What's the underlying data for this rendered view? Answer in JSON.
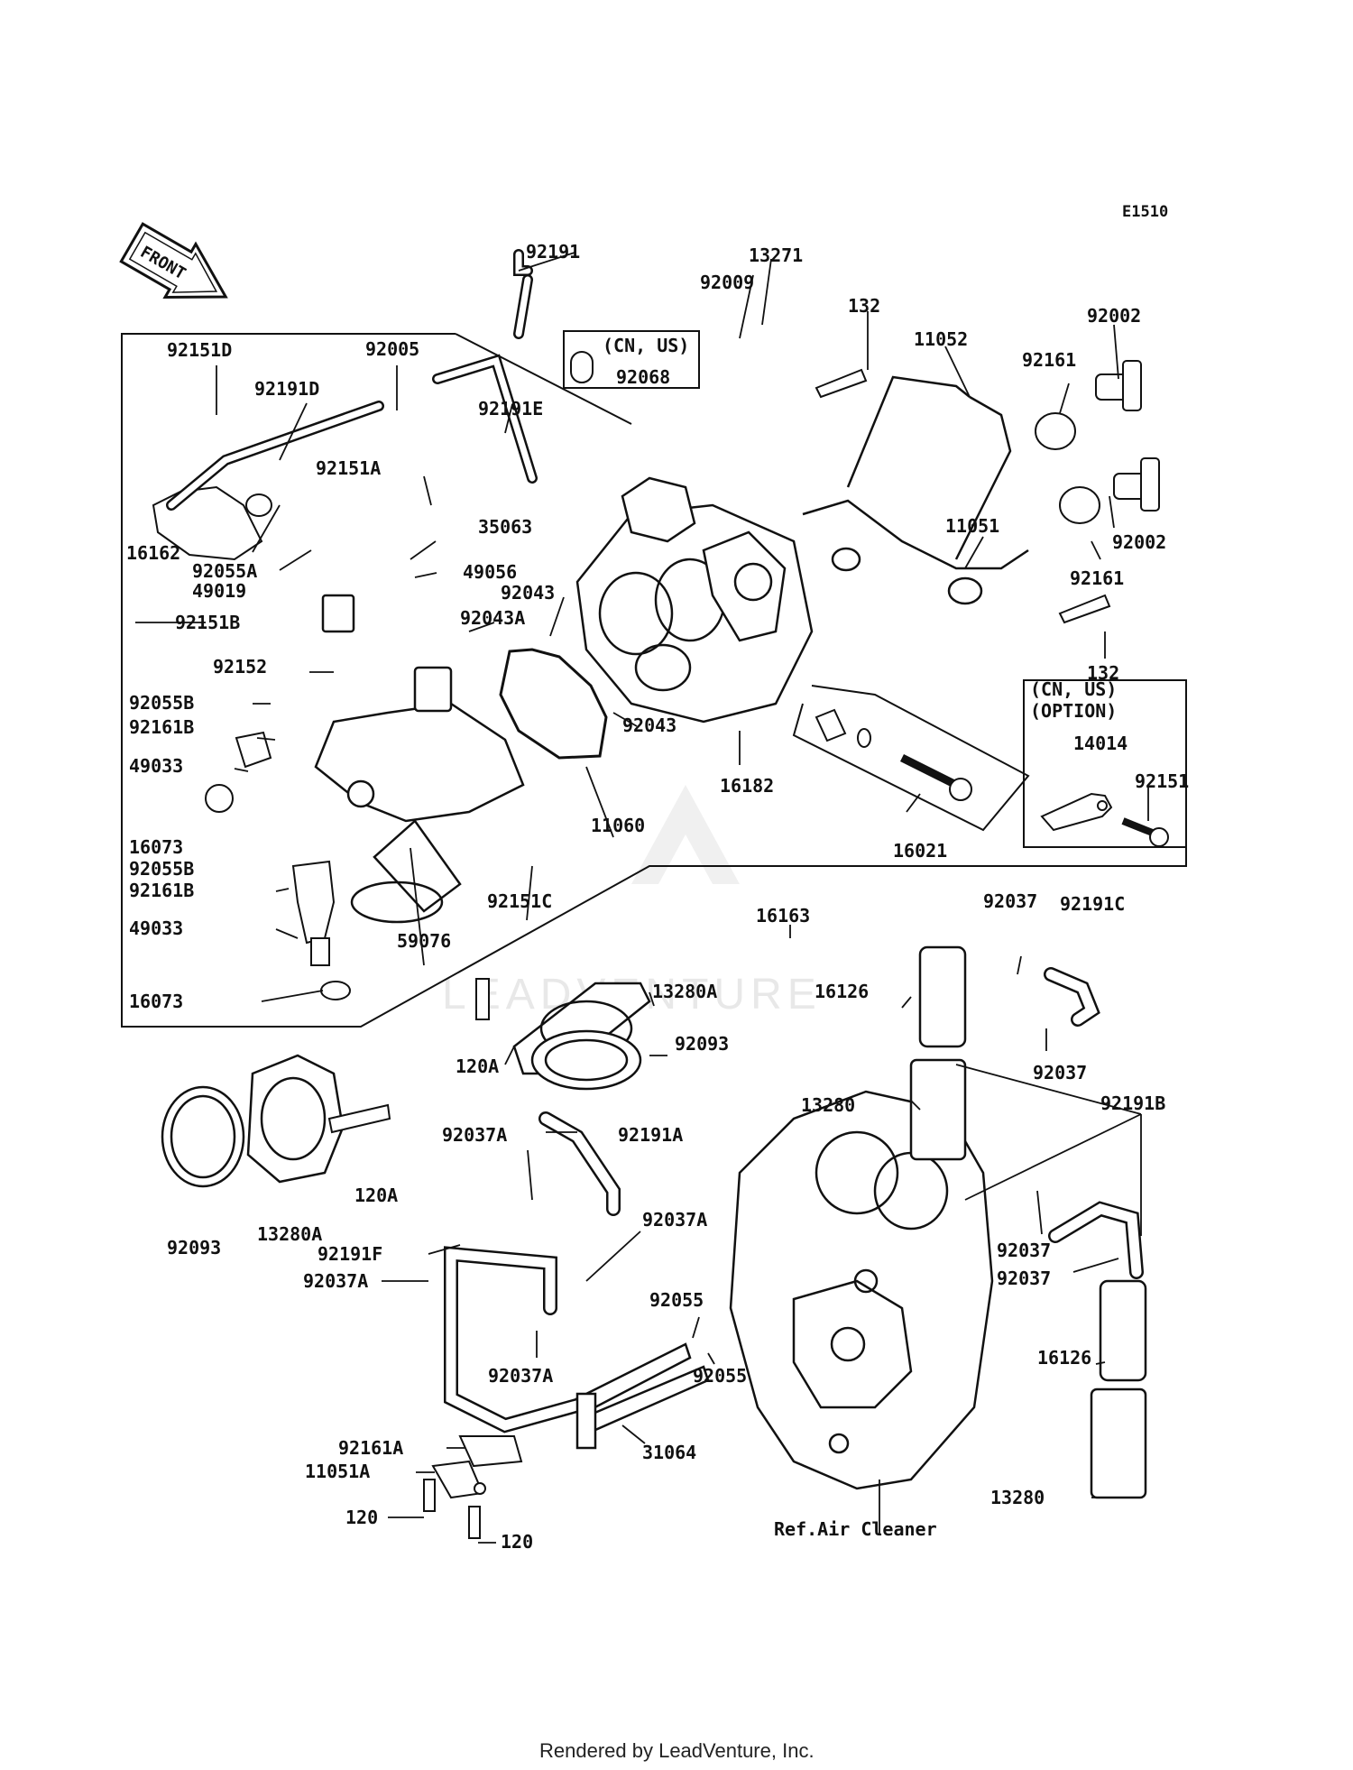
{
  "diagram_id": "E1510",
  "front_label": "FRONT",
  "region_note": "(CN, US)",
  "option_note_line1": "(CN, US)",
  "option_note_line2": "(OPTION)",
  "ref_note": "Ref.Air Cleaner",
  "watermark": "LEADVENTURE",
  "footer": "Rendered by LeadVenture, Inc.",
  "callouts": [
    {
      "id": "c01",
      "text": "92191"
    },
    {
      "id": "c02",
      "text": "13271"
    },
    {
      "id": "c03",
      "text": "92009"
    },
    {
      "id": "c04",
      "text": "92068"
    },
    {
      "id": "c05",
      "text": "132"
    },
    {
      "id": "c06",
      "text": "11052"
    },
    {
      "id": "c07",
      "text": "92002"
    },
    {
      "id": "c08",
      "text": "92161"
    },
    {
      "id": "c09",
      "text": "92151D"
    },
    {
      "id": "c10",
      "text": "92005"
    },
    {
      "id": "c11",
      "text": "92191D"
    },
    {
      "id": "c12",
      "text": "92191E"
    },
    {
      "id": "c13",
      "text": "92151A"
    },
    {
      "id": "c14",
      "text": "35063"
    },
    {
      "id": "c15",
      "text": "16162"
    },
    {
      "id": "c16",
      "text": "92055A"
    },
    {
      "id": "c17",
      "text": "49019"
    },
    {
      "id": "c18",
      "text": "49056"
    },
    {
      "id": "c19",
      "text": "92043"
    },
    {
      "id": "c20",
      "text": "92043A"
    },
    {
      "id": "c21",
      "text": "92151B"
    },
    {
      "id": "c22",
      "text": "92152"
    },
    {
      "id": "c23",
      "text": "92055B"
    },
    {
      "id": "c24",
      "text": "92161B"
    },
    {
      "id": "c25",
      "text": "49033"
    },
    {
      "id": "c26",
      "text": "16073"
    },
    {
      "id": "c27",
      "text": "11051"
    },
    {
      "id": "c28",
      "text": "92002"
    },
    {
      "id": "c29",
      "text": "92161"
    },
    {
      "id": "c30",
      "text": "132"
    },
    {
      "id": "c31",
      "text": "14014"
    },
    {
      "id": "c32",
      "text": "92151"
    },
    {
      "id": "c33",
      "text": "92043"
    },
    {
      "id": "c34",
      "text": "16182"
    },
    {
      "id": "c35",
      "text": "11060"
    },
    {
      "id": "c36",
      "text": "16021"
    },
    {
      "id": "c37",
      "text": "92055B"
    },
    {
      "id": "c38",
      "text": "92161B"
    },
    {
      "id": "c39",
      "text": "49033"
    },
    {
      "id": "c40",
      "text": "59076"
    },
    {
      "id": "c41",
      "text": "92151C"
    },
    {
      "id": "c42",
      "text": "16163"
    },
    {
      "id": "c43",
      "text": "16073"
    },
    {
      "id": "c44",
      "text": "92037"
    },
    {
      "id": "c45",
      "text": "92191C"
    },
    {
      "id": "c46",
      "text": "16126"
    },
    {
      "id": "c47",
      "text": "13280A"
    },
    {
      "id": "c48",
      "text": "92093"
    },
    {
      "id": "c49",
      "text": "120A"
    },
    {
      "id": "c50",
      "text": "92037"
    },
    {
      "id": "c51",
      "text": "13280"
    },
    {
      "id": "c52",
      "text": "92037A"
    },
    {
      "id": "c53",
      "text": "92191A"
    },
    {
      "id": "c54",
      "text": "120A"
    },
    {
      "id": "c55",
      "text": "92191B"
    },
    {
      "id": "c56",
      "text": "92093"
    },
    {
      "id": "c57",
      "text": "13280A"
    },
    {
      "id": "c58",
      "text": "92037A"
    },
    {
      "id": "c59",
      "text": "92191F"
    },
    {
      "id": "c60",
      "text": "92037A"
    },
    {
      "id": "c61",
      "text": "92055"
    },
    {
      "id": "c62",
      "text": "92037"
    },
    {
      "id": "c63",
      "text": "92037"
    },
    {
      "id": "c64",
      "text": "92037A"
    },
    {
      "id": "c65",
      "text": "92055"
    },
    {
      "id": "c66",
      "text": "16126"
    },
    {
      "id": "c67",
      "text": "92161A"
    },
    {
      "id": "c68",
      "text": "31064"
    },
    {
      "id": "c69",
      "text": "11051A"
    },
    {
      "id": "c70",
      "text": "13280"
    },
    {
      "id": "c71",
      "text": "120"
    },
    {
      "id": "c72",
      "text": "120"
    }
  ]
}
